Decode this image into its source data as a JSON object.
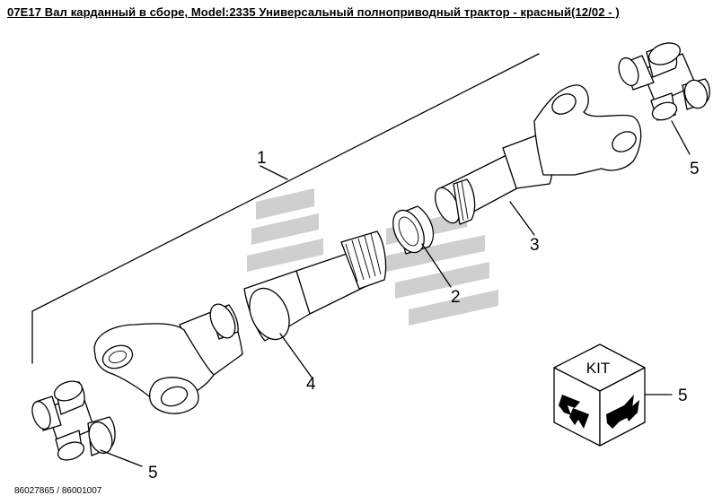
{
  "title": "07E17 Вал карданный в сборе, Model:2335 Универсальный полноприводный трактор - красный(12/02 - )",
  "callouts": {
    "c1": "1",
    "c2": "2",
    "c3": "3",
    "c4": "4",
    "c5_left": "5",
    "c5_top_right": "5",
    "c5_kit": "5"
  },
  "kit_label": "KIT",
  "footer": "86027865 / 86001007"
}
